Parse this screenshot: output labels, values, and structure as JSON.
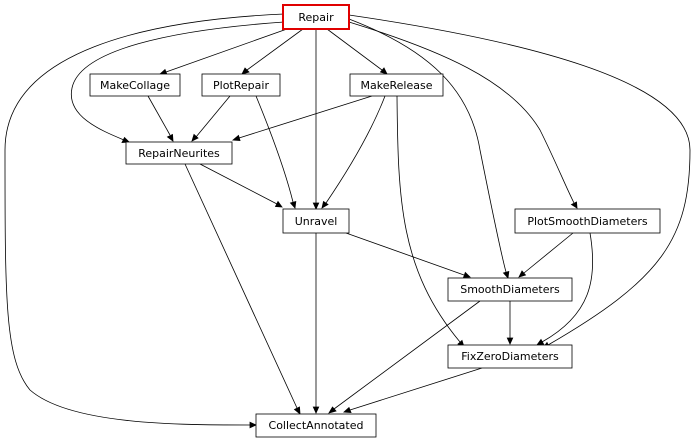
{
  "diagram": {
    "type": "dependency-graph",
    "root_outline_color": "#e00000",
    "nodes": {
      "repair": "Repair",
      "make_collage": "MakeCollage",
      "plot_repair": "PlotRepair",
      "make_release": "MakeRelease",
      "repair_neurites": "RepairNeurites",
      "unravel": "Unravel",
      "plot_smooth_diameters": "PlotSmoothDiameters",
      "smooth_diameters": "SmoothDiameters",
      "fix_zero_diameters": "FixZeroDiameters",
      "collect_annotated": "CollectAnnotated"
    },
    "edges": [
      [
        "Repair",
        "MakeCollage"
      ],
      [
        "Repair",
        "PlotRepair"
      ],
      [
        "Repair",
        "MakeRelease"
      ],
      [
        "Repair",
        "RepairNeurites"
      ],
      [
        "Repair",
        "Unravel"
      ],
      [
        "Repair",
        "PlotSmoothDiameters"
      ],
      [
        "Repair",
        "SmoothDiameters"
      ],
      [
        "Repair",
        "FixZeroDiameters"
      ],
      [
        "Repair",
        "CollectAnnotated"
      ],
      [
        "MakeCollage",
        "RepairNeurites"
      ],
      [
        "PlotRepair",
        "RepairNeurites"
      ],
      [
        "PlotRepair",
        "Unravel"
      ],
      [
        "MakeRelease",
        "RepairNeurites"
      ],
      [
        "MakeRelease",
        "Unravel"
      ],
      [
        "MakeRelease",
        "FixZeroDiameters"
      ],
      [
        "RepairNeurites",
        "Unravel"
      ],
      [
        "RepairNeurites",
        "CollectAnnotated"
      ],
      [
        "Unravel",
        "SmoothDiameters"
      ],
      [
        "Unravel",
        "CollectAnnotated"
      ],
      [
        "PlotSmoothDiameters",
        "SmoothDiameters"
      ],
      [
        "PlotSmoothDiameters",
        "FixZeroDiameters"
      ],
      [
        "SmoothDiameters",
        "FixZeroDiameters"
      ],
      [
        "SmoothDiameters",
        "CollectAnnotated"
      ],
      [
        "FixZeroDiameters",
        "CollectAnnotated"
      ]
    ]
  }
}
